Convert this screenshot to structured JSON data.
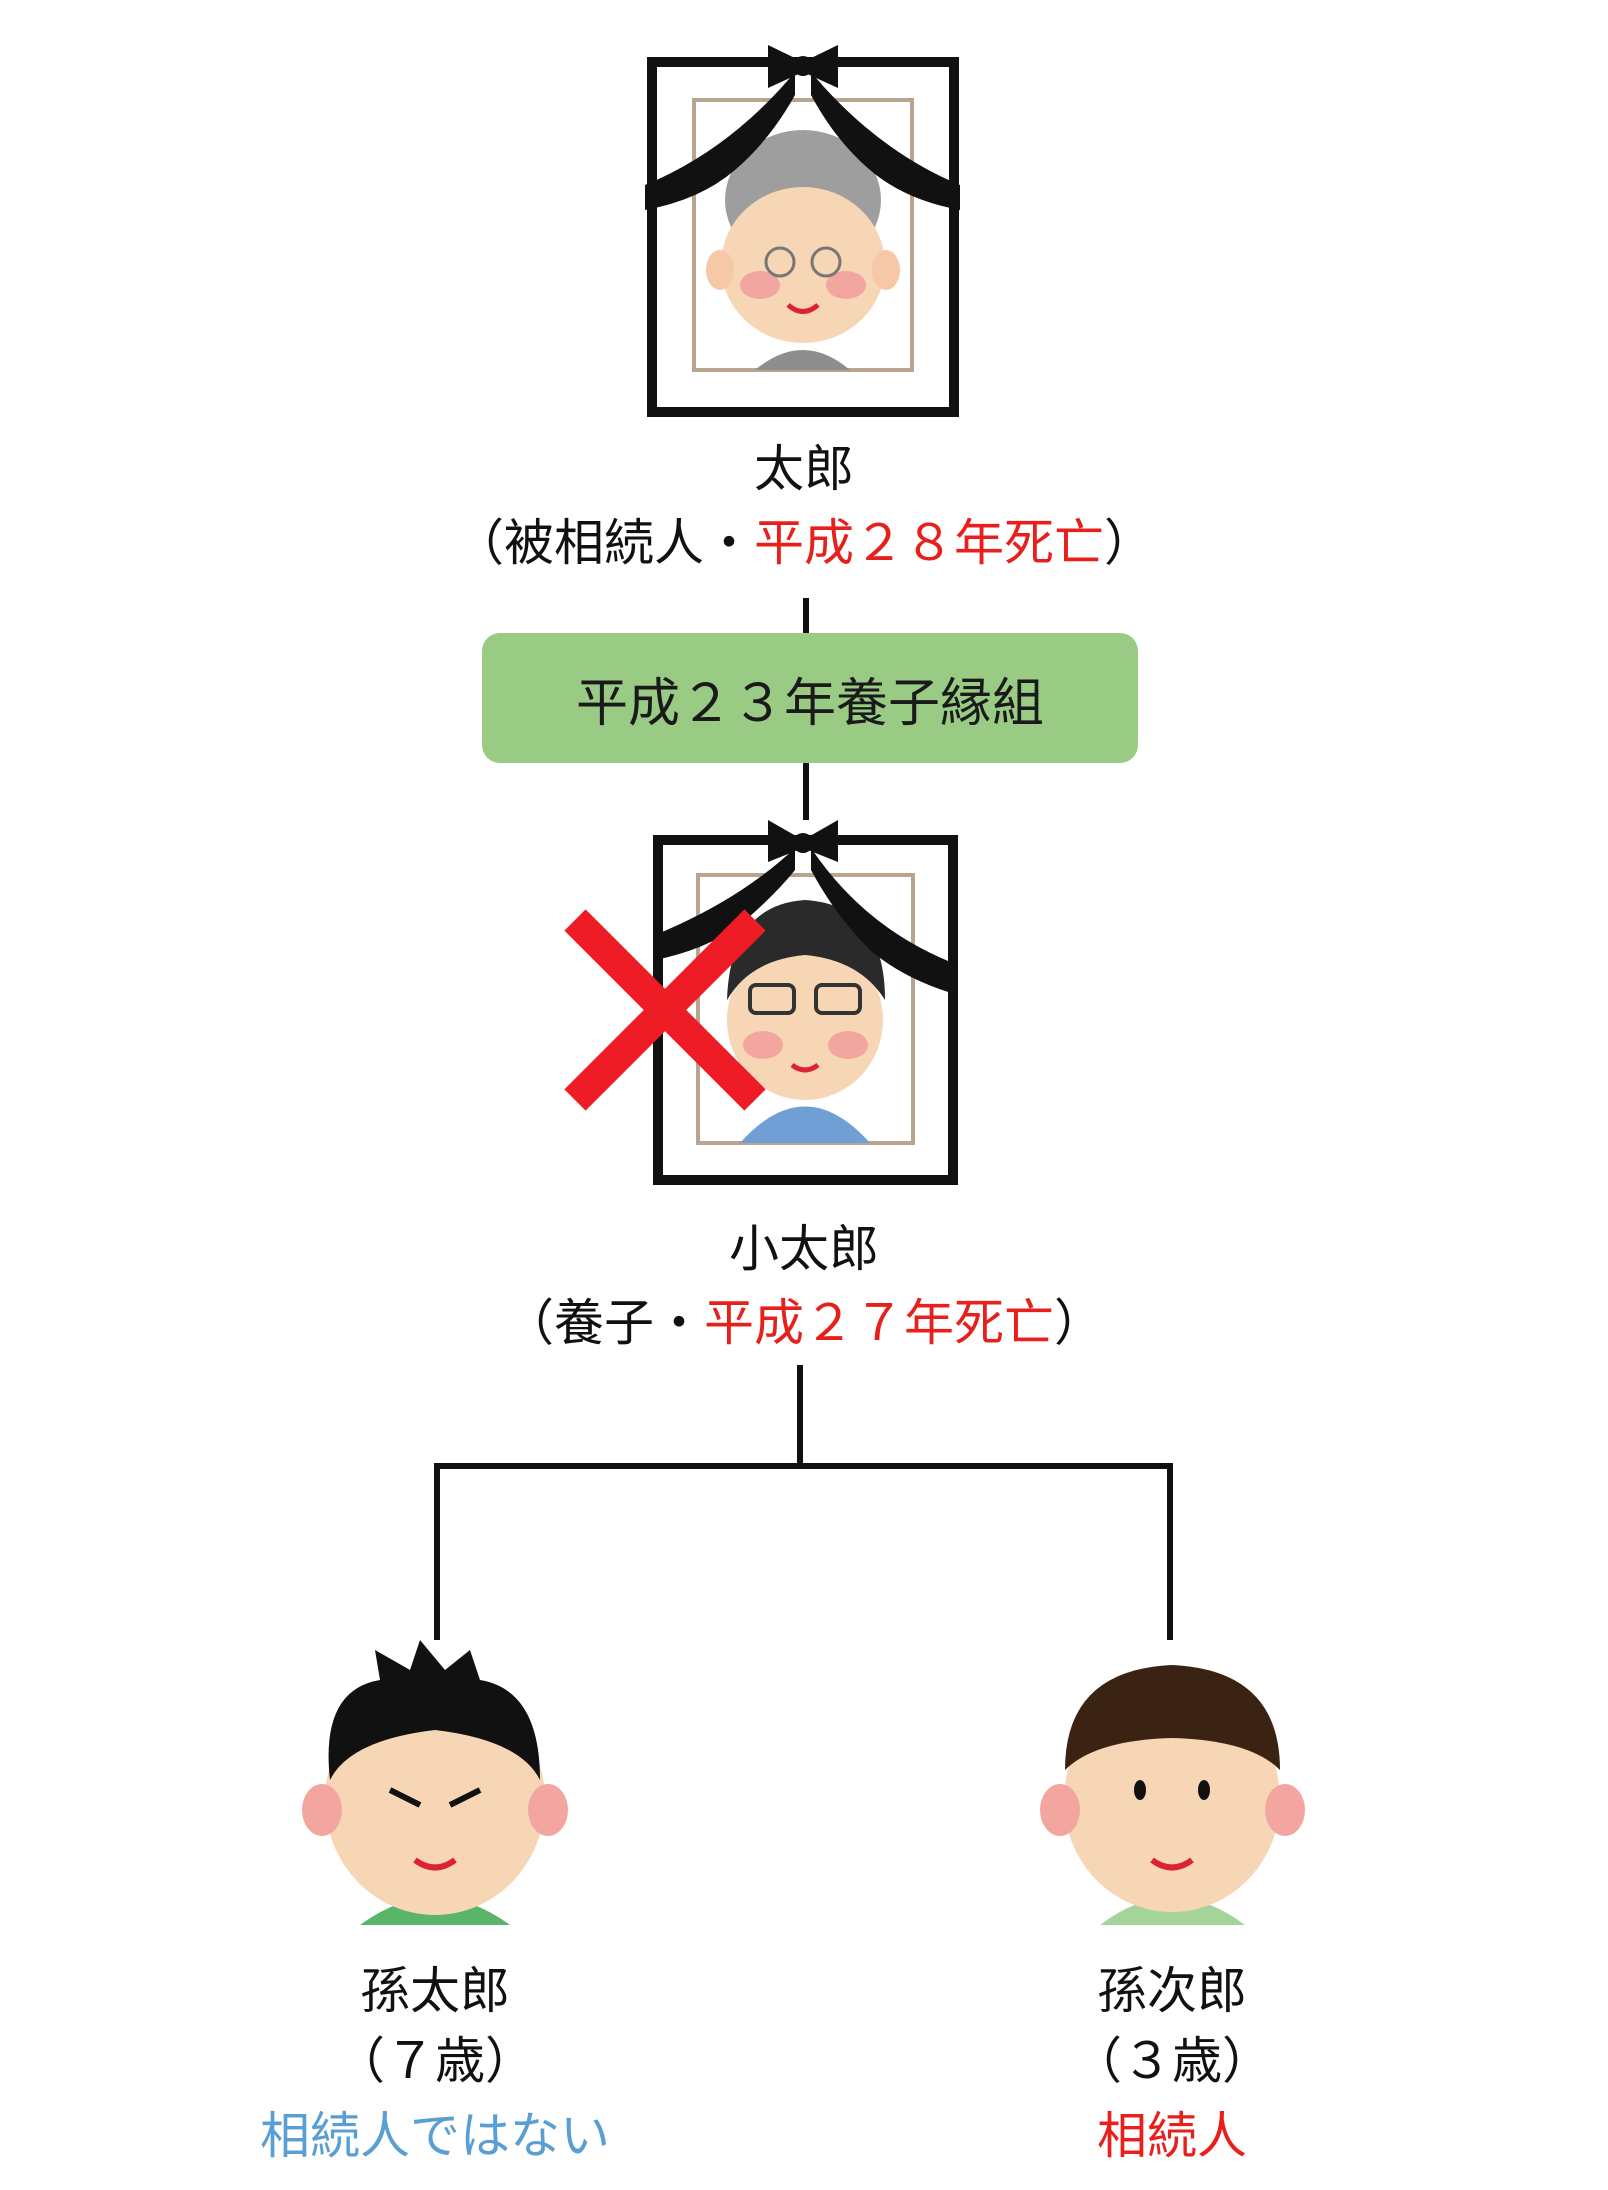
{
  "nodes": {
    "grandfather": {
      "name": "太郎",
      "detail_open": "（被相続人・",
      "detail_red": "平成２８年死亡",
      "detail_close": "）"
    },
    "adoption": {
      "label": "平成２３年養子縁組"
    },
    "adopted_son": {
      "name": "小太郎",
      "detail_open": "（養子・",
      "detail_red": "平成２７年死亡",
      "detail_close": "）"
    },
    "grandson_1": {
      "name": "孫太郎",
      "age": "（７歳）",
      "status": "相続人ではない"
    },
    "grandson_2": {
      "name": "孫次郎",
      "age": "（３歳）",
      "status": "相続人"
    }
  },
  "colors": {
    "red": "#e8201c",
    "blue": "#5a9fd4",
    "box_green": "#9acb84",
    "line": "#111111"
  },
  "icons": [
    "memorial-portrait-icon",
    "mourning-ribbon-icon",
    "cross-mark-icon",
    "child-icon"
  ]
}
